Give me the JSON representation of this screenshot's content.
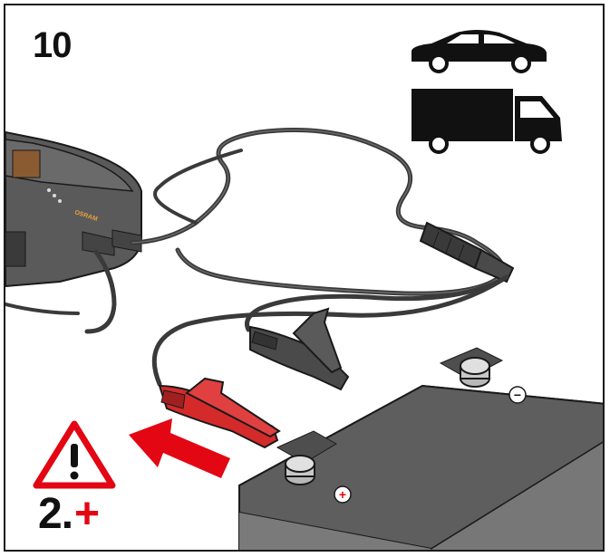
{
  "step": {
    "number": "10",
    "order_label": "2.",
    "order_symbol": "+"
  },
  "charger": {
    "brand_text": "OSRAM"
  },
  "battery": {
    "positive_symbol": "+",
    "negative_symbol": "−"
  },
  "icons": {
    "vehicle_1": "car-icon",
    "vehicle_2": "van-icon",
    "warning": "warning-triangle-icon",
    "arrow": "direction-arrow-icon"
  },
  "colors": {
    "outline": "#1a1a1a",
    "accent_red": "#e30613",
    "clamp_red": "#d42a2a",
    "clamp_black": "#4a4a4a",
    "cable": "#3a3a3a",
    "charger_body": "#5a5a5a",
    "charger_label": "#e8a040",
    "battery_body": "#6e6e6e",
    "battery_top": "#5e5e5e"
  }
}
